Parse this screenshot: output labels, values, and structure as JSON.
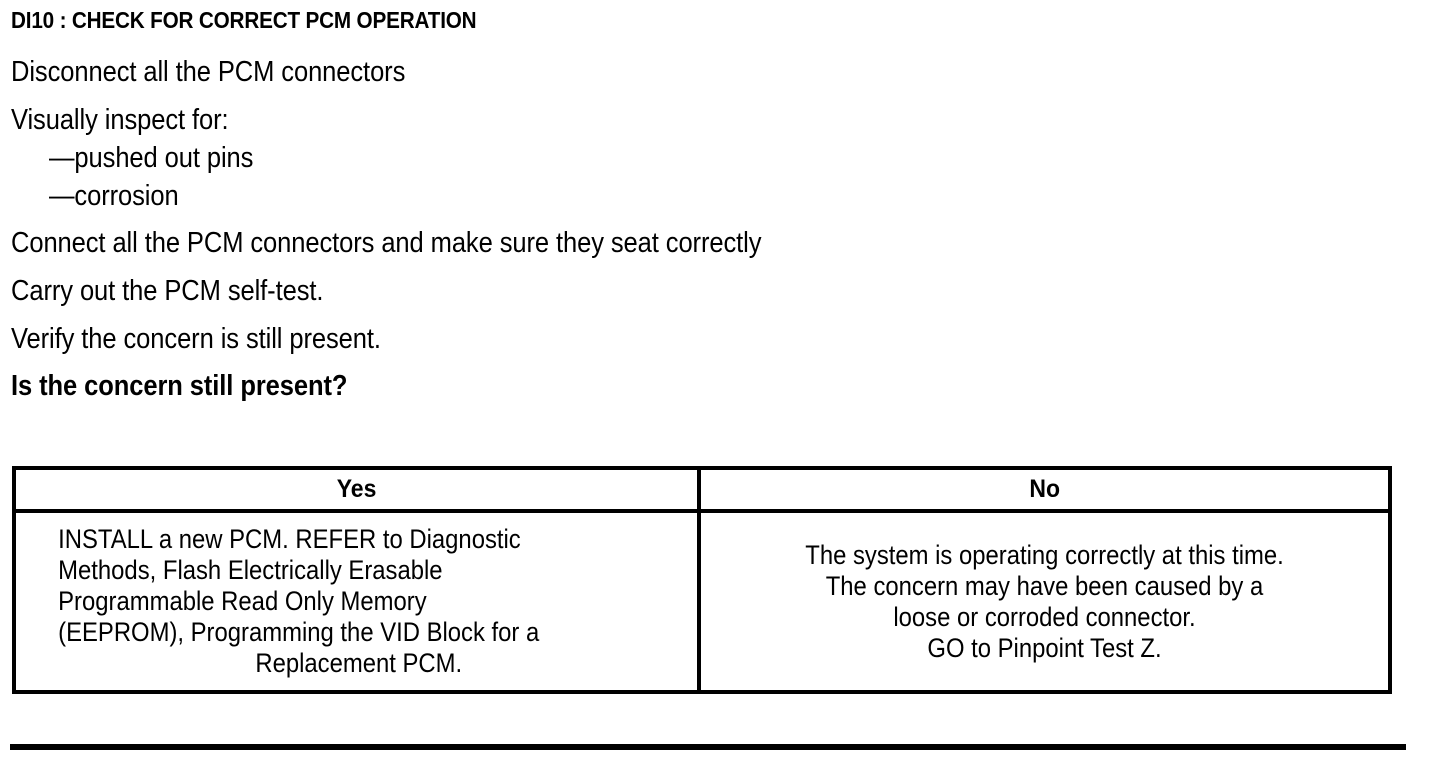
{
  "document": {
    "step_title": "DI10 : CHECK FOR CORRECT PCM OPERATION",
    "procedure_lines": [
      {
        "text": "Disconnect all the PCM connectors",
        "bold": false,
        "indent": false
      },
      {
        "text": "Visually inspect for:",
        "bold": false,
        "indent": false
      },
      {
        "text": "—pushed out pins",
        "bold": false,
        "indent": true
      },
      {
        "text": "—corrosion",
        "bold": false,
        "indent": true
      },
      {
        "text": "Connect all the PCM connectors and make sure they seat correctly",
        "bold": false,
        "indent": false
      },
      {
        "text": "Carry out the PCM self-test.",
        "bold": false,
        "indent": false
      },
      {
        "text": "Verify the concern is still present.",
        "bold": false,
        "indent": false
      },
      {
        "text": "Is the concern still present?",
        "bold": true,
        "indent": false
      }
    ],
    "decision_table": {
      "headers": {
        "yes": "Yes",
        "no": "No"
      },
      "cells": {
        "yes_line_1": "INSTALL a new PCM. REFER to Diagnostic\nMethods, Flash Electrically Erasable\nProgrammable Read Only Memory\n(EEPROM), Programming the VID Block for a",
        "yes_line_last": "Replacement PCM.",
        "no": "The system is operating correctly at this time.\nThe concern may have been caused by a\nloose or corroded connector.\nGO to Pinpoint Test Z."
      }
    },
    "colors": {
      "ink": "#000000",
      "page_background": "#ffffff"
    }
  }
}
